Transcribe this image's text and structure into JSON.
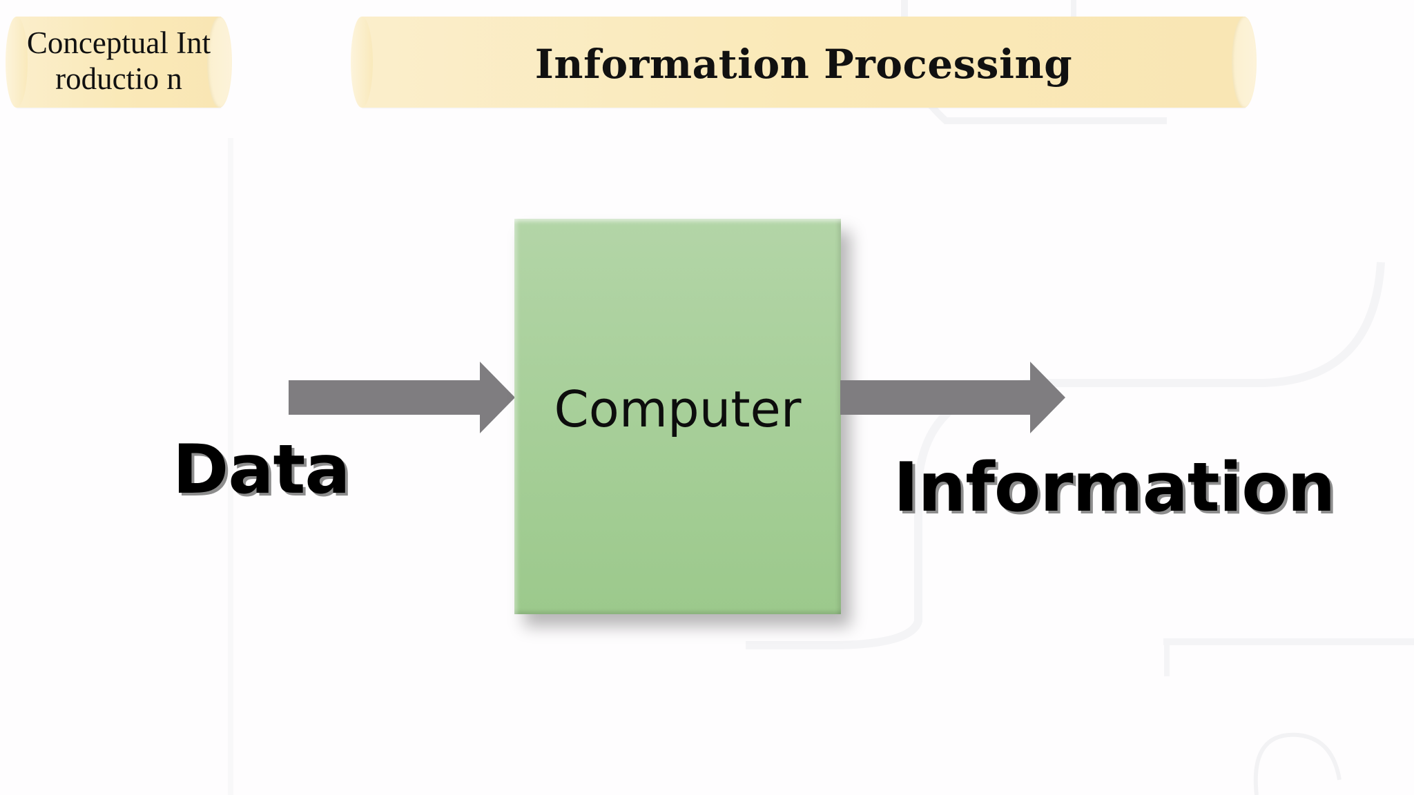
{
  "slide": {
    "section_label": "Conceptual Introductio n",
    "title": "Information Processing"
  },
  "diagram": {
    "input_label": "Data",
    "process_label": "Computer",
    "output_label": "Information"
  },
  "colors": {
    "banner_fill": "#fae9b8",
    "box_fill": "#a7cf99",
    "arrow_fill": "#7f7d80",
    "text": "#000000"
  }
}
